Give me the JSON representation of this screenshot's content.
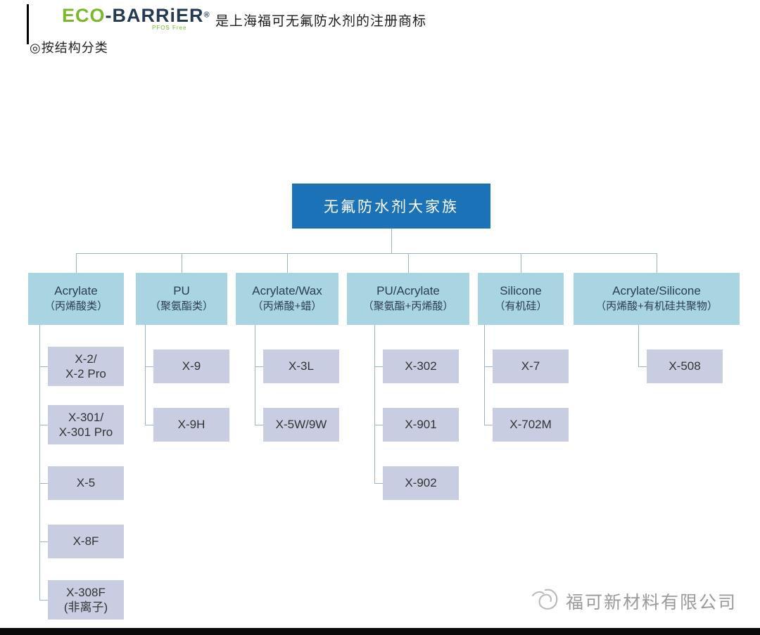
{
  "header": {
    "logo": {
      "eco": "ECO",
      "barrier": "-BARRiER",
      "reg": "®",
      "tagline": "PFOS Free"
    },
    "trademark_note": "是上海福可无氟防水剂的注册商标",
    "section_label": "◎按结构分类"
  },
  "tree": {
    "root": "无氟防水剂大家族",
    "categories": [
      {
        "en": "Acrylate",
        "zh": "（丙烯酸类）",
        "children": [
          [
            "X-2/",
            "X-2 Pro"
          ],
          [
            "X-301/",
            "X-301 Pro"
          ],
          [
            "X-5"
          ],
          [
            "X-8F"
          ],
          [
            "X-308F",
            "(非离子)"
          ]
        ]
      },
      {
        "en": "PU",
        "zh": "（聚氨酯类）",
        "children": [
          [
            "X-9"
          ],
          [
            "X-9H"
          ]
        ]
      },
      {
        "en": "Acrylate/Wax",
        "zh": "（丙烯酸+蜡）",
        "children": [
          [
            "X-3L"
          ],
          [
            "X-5W/9W"
          ]
        ]
      },
      {
        "en": "PU/Acrylate",
        "zh": "（聚氨酯+丙烯酸）",
        "children": [
          [
            "X-302"
          ],
          [
            "X-901"
          ],
          [
            "X-902"
          ]
        ]
      },
      {
        "en": "Silicone",
        "zh": "（有机硅）",
        "children": [
          [
            "X-7"
          ],
          [
            "X-702M"
          ]
        ]
      },
      {
        "en": "Acrylate/Silicone",
        "zh": "（丙烯酸+有机硅共聚物）",
        "children": [
          [
            "X-508"
          ]
        ]
      }
    ]
  },
  "watermark": {
    "company": "福可新材料有限公司"
  },
  "colors": {
    "root_bg": "#1b72b6",
    "root_text": "#ffffff",
    "category_bg": "#a9d5e3",
    "child_bg": "#c9cde2",
    "line": "#9bb4c9",
    "logo_green": "#7ab829",
    "logo_dark": "#243a52",
    "watermark": "#9a9a9a"
  }
}
